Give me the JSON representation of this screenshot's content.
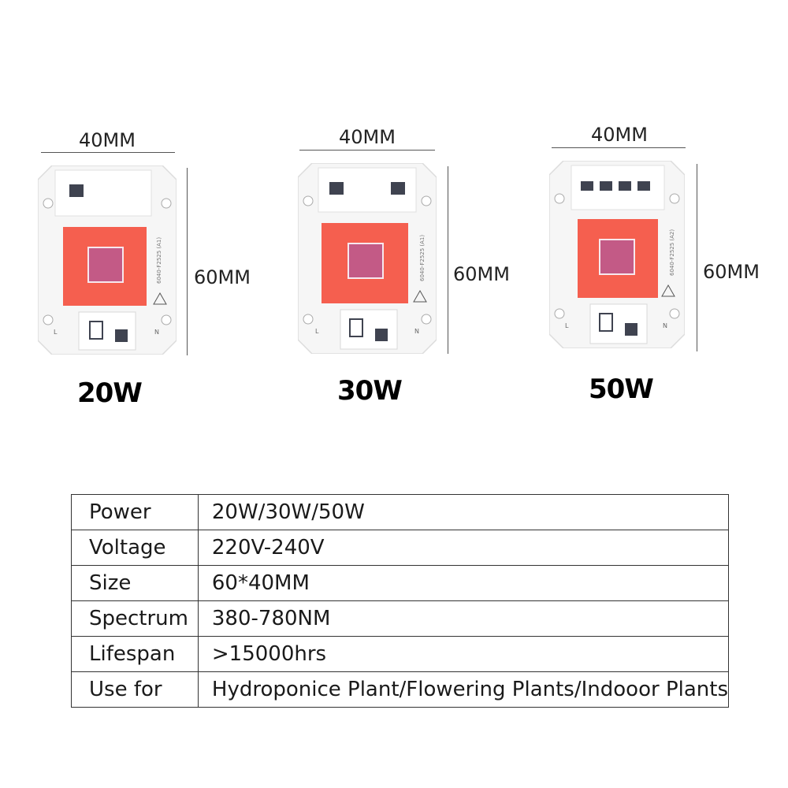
{
  "products": [
    {
      "id": "20w",
      "width_label": "40MM",
      "height_label": "60MM",
      "wattage": "20W",
      "connectors": 1
    },
    {
      "id": "30w",
      "width_label": "40MM",
      "height_label": "60MM",
      "wattage": "30W",
      "connectors": 2
    },
    {
      "id": "50w",
      "width_label": "40MM",
      "height_label": "60MM",
      "wattage": "50W",
      "connectors": 4
    }
  ],
  "chip_markings": {
    "side_code": "6040-F2525 (A1)",
    "left_pin": "L",
    "right_pin": "N"
  },
  "colors": {
    "led_emitter": "#f55f4f",
    "led_core": "#c35a86",
    "board": "#f6f6f6",
    "connector_body": "#ffffff",
    "connector_port": "#3f4350"
  },
  "specs": [
    {
      "key": "Power",
      "value": "20W/30W/50W"
    },
    {
      "key": "Voltage",
      "value": "220V-240V"
    },
    {
      "key": "Size",
      "value": "60*40MM"
    },
    {
      "key": "Spectrum",
      "value": "380-780NM"
    },
    {
      "key": "Lifespan",
      "value": ">15000hrs"
    },
    {
      "key": "Use for",
      "value": "Hydroponice Plant/Flowering Plants/Indooor Plants"
    }
  ]
}
